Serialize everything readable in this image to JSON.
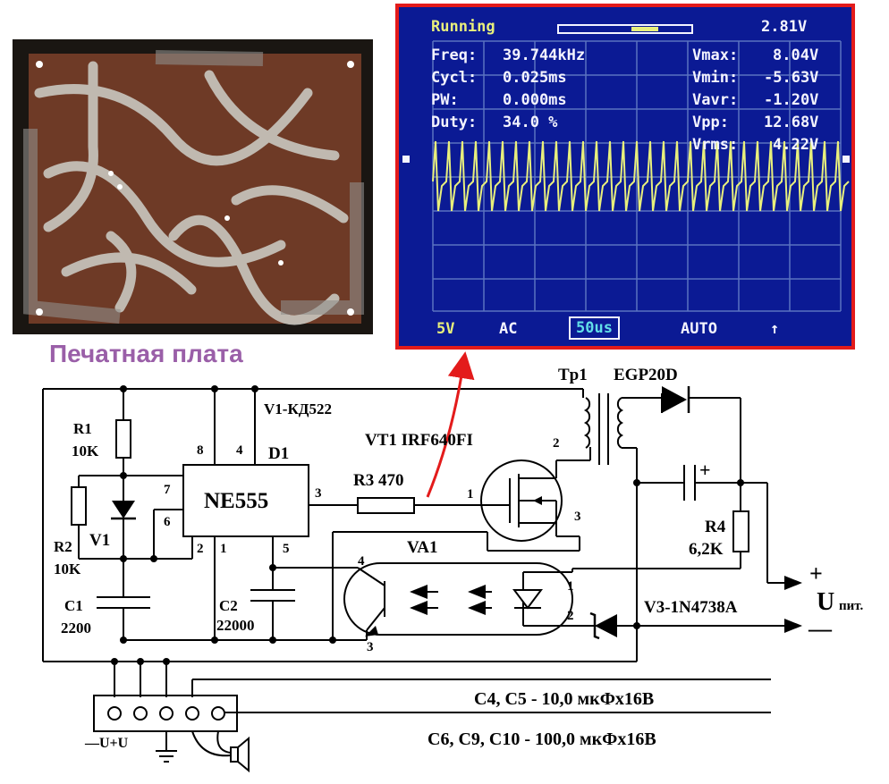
{
  "photo": {
    "caption": "Печатная плата"
  },
  "oscilloscope": {
    "status": "Running",
    "trigger_level": "2.81V",
    "left": [
      {
        "label": "Freq:",
        "value": "39.744kHz"
      },
      {
        "label": "Cycl:",
        "value": "0.025ms"
      },
      {
        "label": "PW:",
        "value": "0.000ms"
      },
      {
        "label": "Duty:",
        "value": "34.0 %"
      }
    ],
    "right": [
      {
        "label": "Vmax:",
        "value": "8.04V"
      },
      {
        "label": "Vmin:",
        "value": "-5.63V"
      },
      {
        "label": "Vavr:",
        "value": "-1.20V"
      },
      {
        "label": "Vpp:",
        "value": "12.68V"
      },
      {
        "label": "Vrms:",
        "value": "4.22V"
      }
    ],
    "bottom": {
      "volts_div": "5V",
      "coupling": "AC",
      "time_div": "50us",
      "mode": "AUTO",
      "trigger_edge": "↑"
    }
  },
  "schematic": {
    "r1": {
      "name": "R1",
      "value": "10K"
    },
    "r2": {
      "name": "R2",
      "value": "10K"
    },
    "r3": "R3 470",
    "r4": {
      "name": "R4",
      "value": "6,2K"
    },
    "c1": {
      "name": "C1",
      "value": "2200"
    },
    "c2": {
      "name": "C2",
      "value": "22000"
    },
    "v1_note": "V1-КД522",
    "v1_label": "V1",
    "d1_label": "D1",
    "ic": "NE555",
    "pins": {
      "p8": "8",
      "p4": "4",
      "p7": "7",
      "p6": "6",
      "p2": "2",
      "p1": "1",
      "p3": "3",
      "p5": "5"
    },
    "vt1": "VT1 IRF640FI",
    "vt1_pins": {
      "g": "1",
      "d": "2",
      "s": "3"
    },
    "tr1": "Tp1",
    "diode_egp": "EGP20D",
    "va1": "VA1",
    "va1_pins": {
      "p4": "4",
      "p3": "3",
      "p1": "1",
      "p2": "2"
    },
    "v3": "V3-1N4738A",
    "cap_plus": "+",
    "supply_plus": "+",
    "supply_label": "U",
    "supply_sub": "пит.",
    "supply_minus": "—",
    "caps_note_1": "C4, C5 - 10,0 мкФх16В",
    "caps_note_2": "C6, C9, C10 - 100,0 мкФх16В",
    "connector_label": "—U+U"
  }
}
